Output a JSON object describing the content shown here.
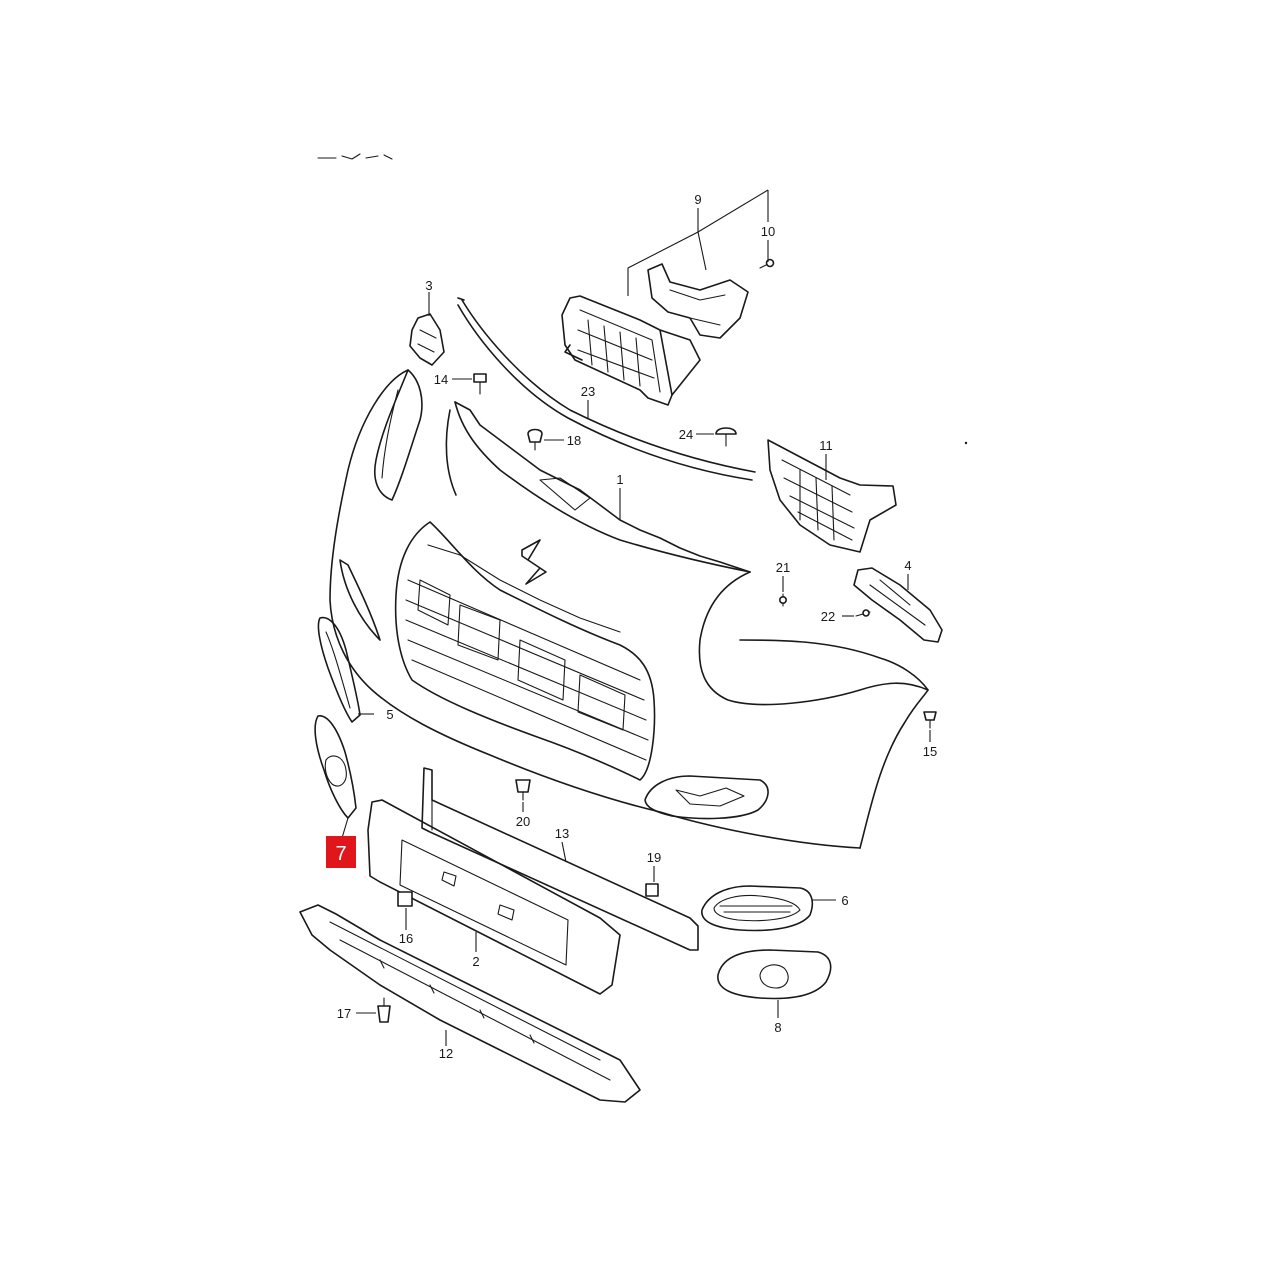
{
  "diagram": {
    "callouts": [
      {
        "id": "1",
        "label": "1"
      },
      {
        "id": "2",
        "label": "2"
      },
      {
        "id": "3",
        "label": "3"
      },
      {
        "id": "4",
        "label": "4"
      },
      {
        "id": "5",
        "label": "5"
      },
      {
        "id": "6",
        "label": "6"
      },
      {
        "id": "7",
        "label": "7"
      },
      {
        "id": "8",
        "label": "8"
      },
      {
        "id": "9",
        "label": "9"
      },
      {
        "id": "10",
        "label": "10"
      },
      {
        "id": "11",
        "label": "11"
      },
      {
        "id": "12",
        "label": "12"
      },
      {
        "id": "13",
        "label": "13"
      },
      {
        "id": "14",
        "label": "14"
      },
      {
        "id": "15",
        "label": "15"
      },
      {
        "id": "16",
        "label": "16"
      },
      {
        "id": "17",
        "label": "17"
      },
      {
        "id": "18",
        "label": "18"
      },
      {
        "id": "19",
        "label": "19"
      },
      {
        "id": "20",
        "label": "20"
      },
      {
        "id": "21",
        "label": "21"
      },
      {
        "id": "22",
        "label": "22"
      },
      {
        "id": "23",
        "label": "23"
      },
      {
        "id": "24",
        "label": "24"
      }
    ],
    "highlighted_part": "7",
    "highlight_color": "#e0161b"
  }
}
